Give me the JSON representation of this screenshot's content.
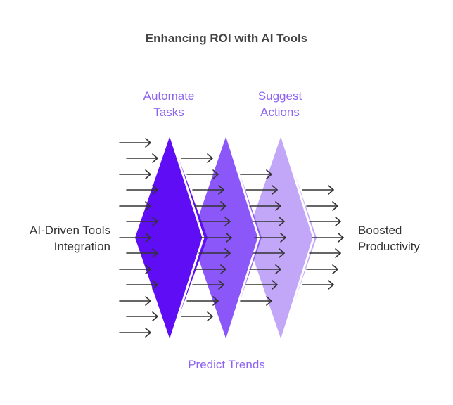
{
  "title": "Enhancing ROI with AI Tools",
  "stages": [
    {
      "line1": "Automate",
      "line2": "Tasks",
      "color": "#5f0df5"
    },
    {
      "line1": "Predict Trends",
      "line2": "",
      "color": "#8c57f8"
    },
    {
      "line1": "Suggest",
      "line2": "Actions",
      "color": "#c2a7f9"
    }
  ],
  "input": {
    "line1": "AI-Driven Tools",
    "line2": "Integration"
  },
  "output": {
    "line1": "Boosted",
    "line2": "Productivity"
  },
  "colors": {
    "label_accent": "#8c63f2",
    "arrow": "#333333",
    "text": "#333333"
  }
}
